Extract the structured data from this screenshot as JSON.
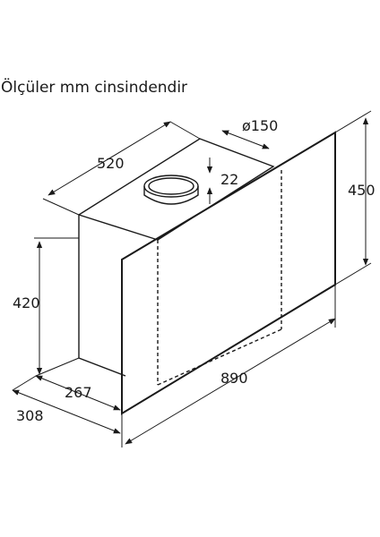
{
  "caption": "Ölçüler mm cinsindendir",
  "dimensions": {
    "duct_diameter": "ø150",
    "depth_top": "520",
    "collar_height": "22",
    "panel_height": "450",
    "body_height": "420",
    "body_depth": "267",
    "total_depth": "308",
    "width": "890"
  },
  "colors": {
    "line": "#1a1a1a",
    "background": "#ffffff"
  }
}
